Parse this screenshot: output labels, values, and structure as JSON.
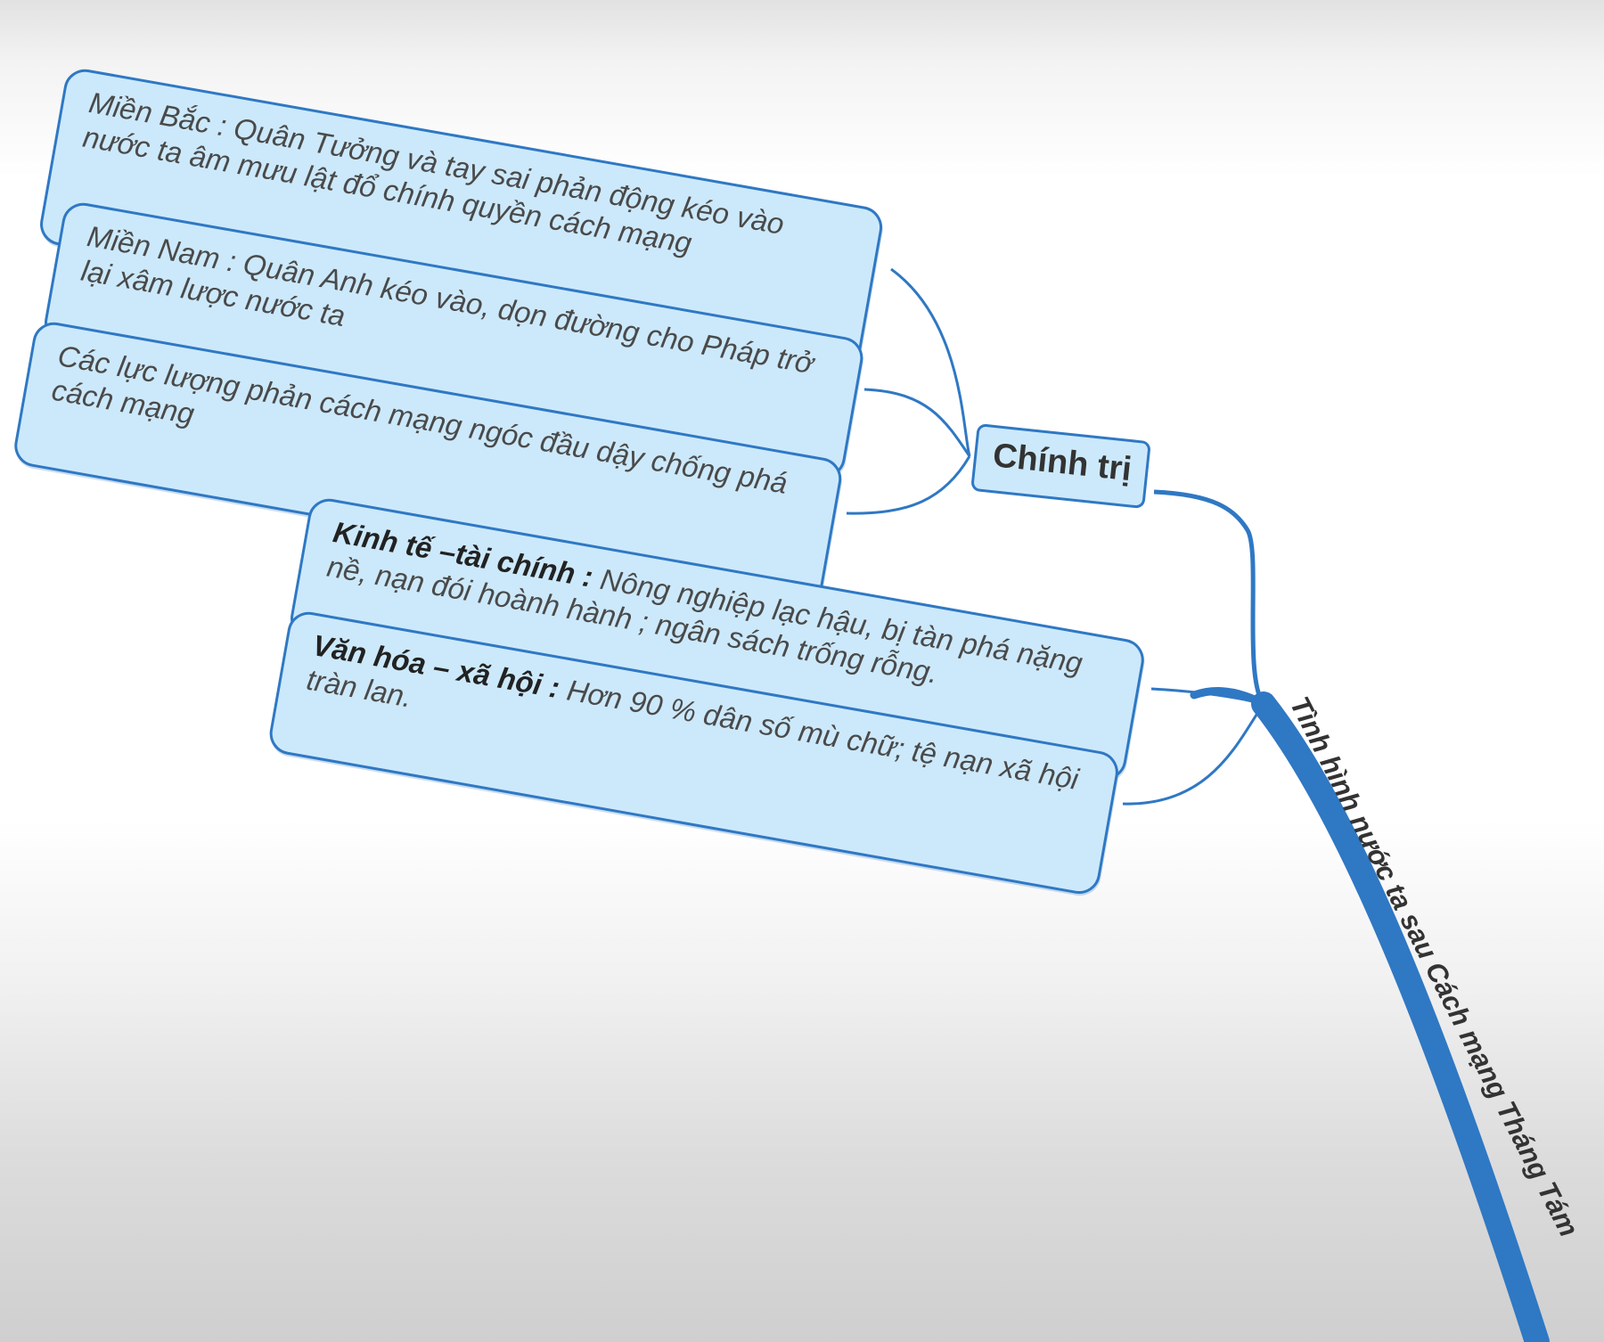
{
  "root": {
    "label": "Tình hình nước ta sau Cách mạng Tháng Tám"
  },
  "politics": {
    "label": "Chính trị",
    "items": [
      {
        "text": "Miền Bắc : Quân Tưởng và tay sai phản động kéo vào nước ta âm mưu  lật đổ chính quyền cách mạng"
      },
      {
        "text": "Miền Nam : Quân Anh kéo vào, dọn đường cho Pháp trở lại xâm lược nước ta"
      },
      {
        "text": "Các lực lượng phản cách mạng ngóc đầu dậy chống phá cách mạng"
      }
    ]
  },
  "economy": {
    "heading": "Kinh tế –tài chính :",
    "text": " Nông nghiệp lạc hậu, bị tàn phá nặng nề, nạn đói hoành hành ; ngân sách trống rỗng."
  },
  "culture": {
    "heading": "Văn hóa – xã hội  :",
    "text": " Hơn 90 % dân số mù chữ; tệ nạn xã hội tràn lan."
  },
  "colors": {
    "node_fill": "#cce9fb",
    "node_border": "#2f78c4",
    "branch": "#2f78c4"
  }
}
